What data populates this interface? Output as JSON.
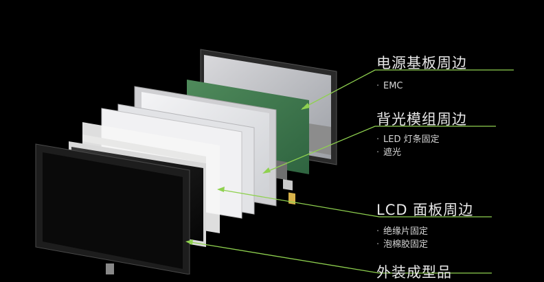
{
  "accent_color": "#8fd14f",
  "groups": [
    {
      "title": "电源基板周边",
      "items": [
        "EMC"
      ]
    },
    {
      "title": "背光模组周边",
      "items": [
        "LED 灯条固定",
        "遮光"
      ]
    },
    {
      "title": "LCD 面板周边",
      "items": [
        "绝缘片固定",
        "泡棉胶固定"
      ]
    },
    {
      "title": "外装成型品",
      "items": []
    }
  ]
}
